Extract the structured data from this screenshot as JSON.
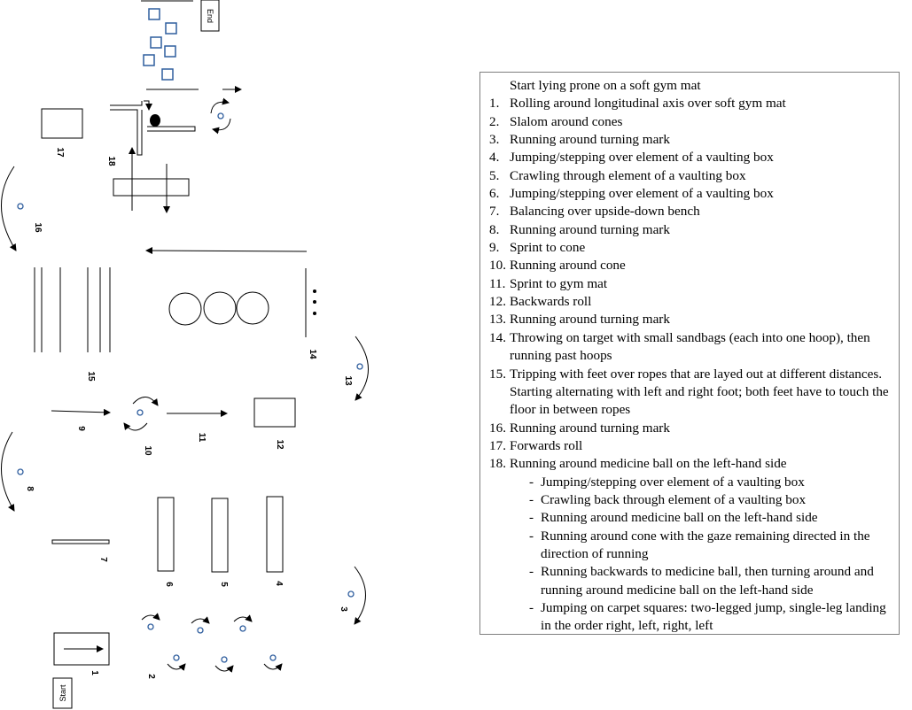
{
  "diagram": {
    "start_label": "Start",
    "end_label": "End",
    "station_numbers": [
      "1",
      "2",
      "3",
      "4",
      "5",
      "6",
      "7",
      "8",
      "9",
      "10",
      "11",
      "12",
      "13",
      "14",
      "15",
      "16",
      "17",
      "18"
    ],
    "cone_color": "#2f5e9e"
  },
  "legend": {
    "intro": "Start lying prone on a soft gym mat",
    "items": [
      {
        "num": "1.",
        "text": "Rolling around longitudinal axis over soft gym mat"
      },
      {
        "num": "2.",
        "text": "Slalom around cones"
      },
      {
        "num": "3.",
        "text": "Running around turning mark"
      },
      {
        "num": "4.",
        "text": "Jumping/stepping over element of a vaulting box"
      },
      {
        "num": "5.",
        "text": "Crawling through element of a vaulting box"
      },
      {
        "num": "6.",
        "text": "Jumping/stepping over element of a vaulting box"
      },
      {
        "num": "7.",
        "text": "Balancing over upside-down bench"
      },
      {
        "num": "8.",
        "text": "Running around turning mark"
      },
      {
        "num": "9.",
        "text": "Sprint to cone"
      },
      {
        "num": "10.",
        "text": "Running around cone"
      },
      {
        "num": "11.",
        "text": "Sprint to gym mat"
      },
      {
        "num": "12.",
        "text": "Backwards roll"
      },
      {
        "num": "13.",
        "text": "Running around turning mark"
      },
      {
        "num": "14.",
        "text": "Throwing on target with small sandbags (each into one hoop), then running past hoops"
      },
      {
        "num": "15.",
        "text": "Tripping with feet over ropes that are layed out at different distances. Starting alternating with left and right foot; both feet have to touch the floor in between ropes"
      },
      {
        "num": "16.",
        "text": "Running around turning mark"
      },
      {
        "num": "17.",
        "text": "Forwards roll"
      },
      {
        "num": "18.",
        "text": "Running around medicine ball on the left-hand side"
      }
    ],
    "subitems": [
      "Jumping/stepping over element of a vaulting box",
      "Crawling back through element of a vaulting box",
      "Running around medicine ball on the left-hand side",
      "Running around cone with the gaze remaining directed in the direction of running",
      "Running backwards to medicine ball, then turning around and running around medicine ball on the left-hand side",
      "Jumping on carpet squares: two-legged jump, single-leg landing in the order right, left, right, left"
    ]
  }
}
